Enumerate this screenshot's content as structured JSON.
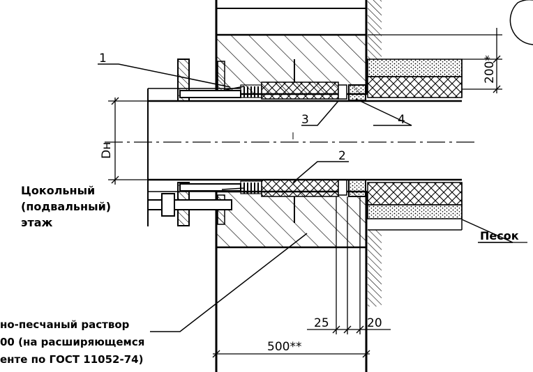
{
  "drawing": {
    "callouts": [
      "1",
      "2",
      "3",
      "4"
    ],
    "dimension_diameter": "Dн",
    "dimension_top": "200*",
    "dimension_gap_left": "25",
    "dimension_gap_right": "20",
    "dimension_length": "500**",
    "label_floor_line1": "Цокольный",
    "label_floor_line2": "(подвальный)",
    "label_floor_line3": "этаж",
    "label_sand": "Песок",
    "note_line1": "но-песчаный раствор",
    "note_line2": "00 (на расширяющемся",
    "note_line3": "енте по ГОСТ 11052-74)"
  }
}
